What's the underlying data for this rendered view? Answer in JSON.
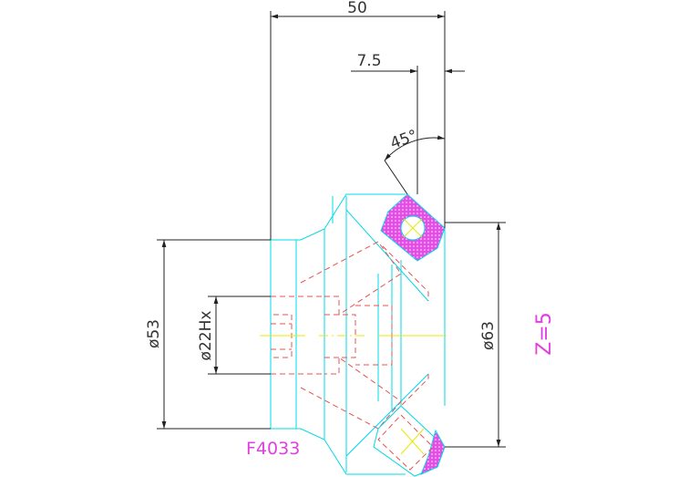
{
  "dimensions": {
    "overall_length": "50",
    "offset": "7.5",
    "angle": "45°",
    "bore_diameter": "ø22Hx",
    "shank_diameter": "ø53",
    "cutter_diameter": "ø63"
  },
  "labels": {
    "part_number": "F4033",
    "tooth_count": "Z=5"
  },
  "colors": {
    "outline": "#00d8e8",
    "hidden_lines": "#e85050",
    "insert_fill": "#e040e0",
    "centerline": "#e8e800",
    "dimension": "#222222"
  }
}
